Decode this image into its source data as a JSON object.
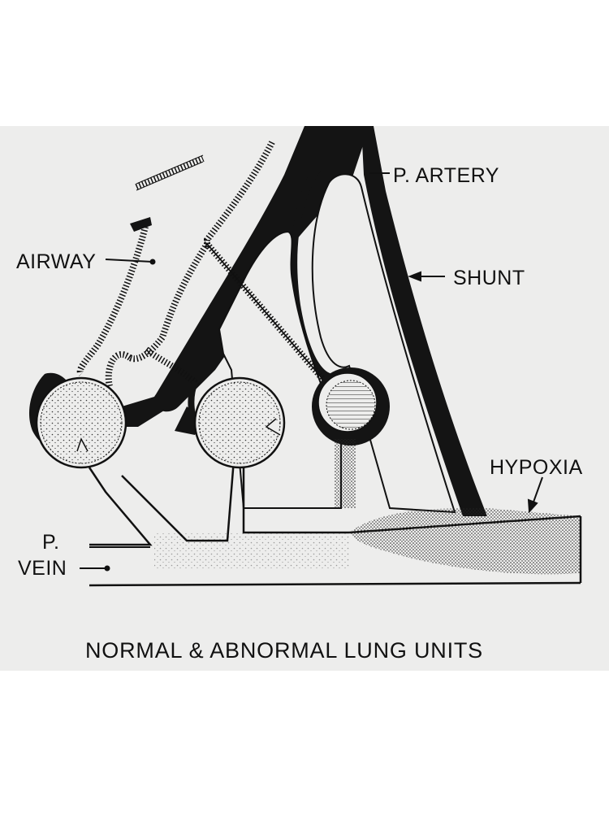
{
  "labels": {
    "p_artery": "P. ARTERY",
    "airway": "AIRWAY",
    "shunt": "SHUNT",
    "hypoxia": "HYPOXIA",
    "p": "P.",
    "vein": "VEIN"
  },
  "title": "NORMAL & ABNORMAL LUNG UNITS",
  "colors": {
    "background": "#ededec",
    "ink": "#111111",
    "vessel": "#141414"
  }
}
